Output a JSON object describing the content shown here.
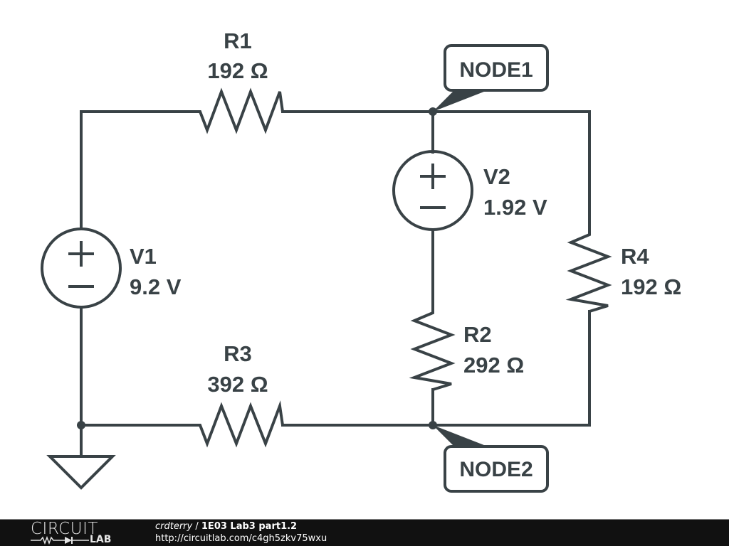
{
  "schematic": {
    "components": {
      "R1": {
        "name": "R1",
        "value": "192 Ω"
      },
      "R2": {
        "name": "R2",
        "value": "292 Ω"
      },
      "R3": {
        "name": "R3",
        "value": "392 Ω"
      },
      "R4": {
        "name": "R4",
        "value": "192 Ω"
      },
      "V1": {
        "name": "V1",
        "value": "9.2 V"
      },
      "V2": {
        "name": "V2",
        "value": "1.92 V"
      }
    },
    "nodes": {
      "node1": "NODE1",
      "node2": "NODE2"
    },
    "colors": {
      "stroke": "#394246",
      "background": "#ffffff"
    }
  },
  "footer": {
    "logo_top": "CIRCUIT",
    "logo_bottom": "LAB",
    "user": "crdterry",
    "separator": " / ",
    "title": "1E03 Lab3 part1.2",
    "url": "http://circuitlab.com/c4gh5zkv75wxu"
  }
}
